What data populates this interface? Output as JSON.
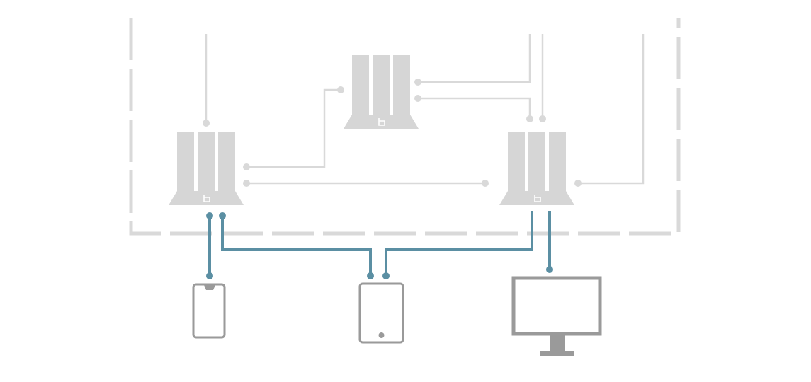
{
  "diagram": {
    "colors": {
      "background": "#ffffff",
      "network_gray": "#d9d9d9",
      "node_gray": "#d6d6d6",
      "logo_mark": "#ffffff",
      "link_blue": "#5b8fa3",
      "device_gray": "#9a9a9a"
    },
    "nodes": [
      {
        "id": "left",
        "icon": "mesh-router-icon"
      },
      {
        "id": "top",
        "icon": "mesh-router-icon"
      },
      {
        "id": "right",
        "icon": "mesh-router-icon"
      }
    ],
    "devices": [
      {
        "id": "phone",
        "icon": "smartphone-icon"
      },
      {
        "id": "tablet",
        "icon": "tablet-icon"
      },
      {
        "id": "monitor",
        "icon": "desktop-monitor-icon"
      }
    ]
  }
}
